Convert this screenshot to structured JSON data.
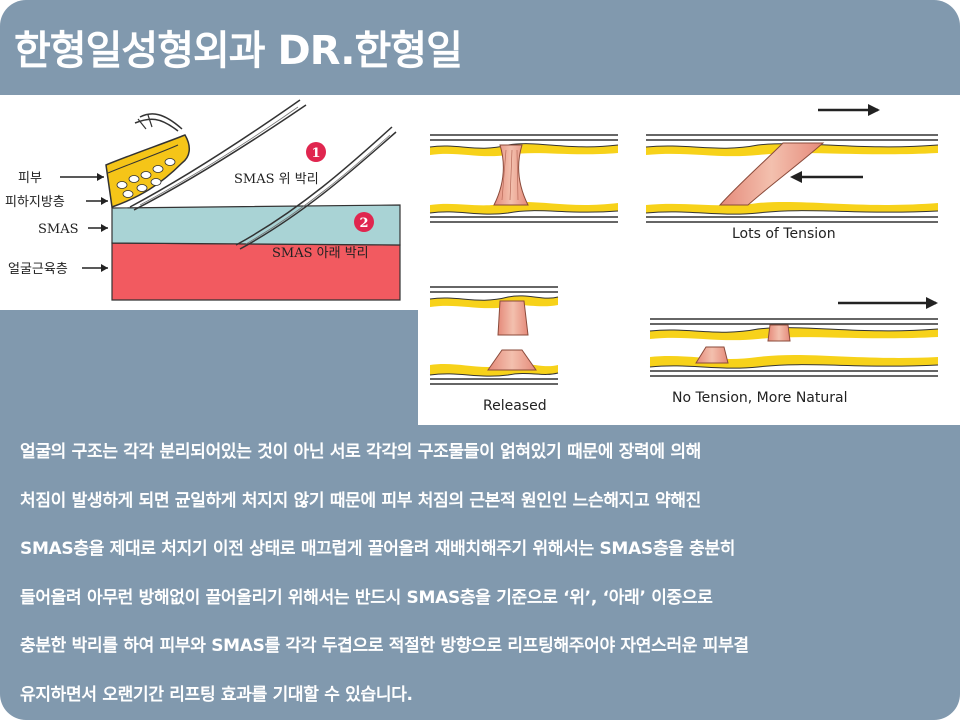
{
  "header": {
    "title": "한형일성형외과 DR.한형일"
  },
  "diagram_left": {
    "labels": {
      "skin": "피부",
      "subcutaneous_fat": "피하지방층",
      "smas": "SMAS",
      "facial_muscle": "얼굴근육층"
    },
    "steps": [
      {
        "number": "1",
        "text": "SMAS 위 박리"
      },
      {
        "number": "2",
        "text": "SMAS 아래 박리"
      }
    ],
    "colors": {
      "fat": "#f5c518",
      "smas": "#a9d3d5",
      "muscle": "#f25a60",
      "badge": "#e0264f"
    }
  },
  "diagram_right": {
    "captions": {
      "lots_of_tension": "Lots of Tension",
      "released": "Released",
      "no_tension": "No Tension, More Natural"
    },
    "colors": {
      "fat": "#f7d21a",
      "ligament": "#e8a08c"
    }
  },
  "body": {
    "lines": [
      "얼굴의 구조는 각각 분리되어있는 것이 아닌 서로 각각의 구조물들이 얽혀있기 때문에 장력에 의해",
      "처짐이 발생하게 되면 균일하게 처지지 않기 때문에 피부 처짐의 근본적 원인인 느슨해지고 약해진",
      "SMAS층을 제대로 처지기 이전 상태로 매끄럽게 끌어올려 재배치해주기 위해서는 SMAS층을 충분히",
      "들어올려 아무런 방해없이 끌어올리기 위해서는 반드시 SMAS층을 기준으로 ‘위’, ‘아래’ 이중으로",
      "충분한 박리를 하여 피부와 SMAS를 각각 두겹으로 적절한 방향으로 리프팅해주어야 자연스러운 피부결",
      "유지하면서 오랜기간 리프팅 효과를 기대할 수 있습니다."
    ]
  }
}
